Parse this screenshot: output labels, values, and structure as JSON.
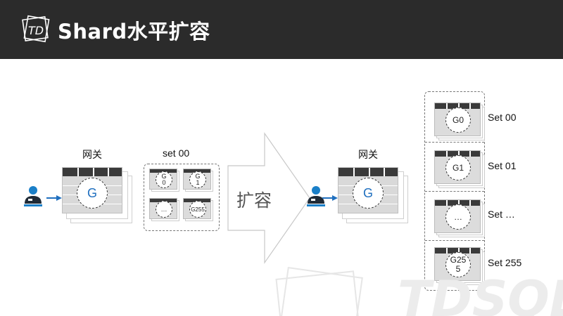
{
  "header": {
    "title": "Shard水平扩容",
    "logo_text": "TD"
  },
  "left": {
    "gateway_label": "网关",
    "gateway_symbol": "G",
    "set_label": "set 00",
    "shards": [
      "G\n0",
      "G\n1",
      "…",
      "G255"
    ]
  },
  "arrow": {
    "label": "扩容"
  },
  "right": {
    "gateway_label": "网关",
    "gateway_symbol": "G",
    "sets": [
      {
        "shard": "G0",
        "label": "Set 00"
      },
      {
        "shard": "G1",
        "label": "Set 01"
      },
      {
        "shard": "…",
        "label": "Set …"
      },
      {
        "shard": "G25\n5",
        "label": "Set 255"
      }
    ]
  },
  "watermark": {
    "text": "TDSQL"
  },
  "colors": {
    "header_bg": "#2b2b2b",
    "accent_blue": "#1f6fbf",
    "person_blue": "#1a7fc8"
  }
}
